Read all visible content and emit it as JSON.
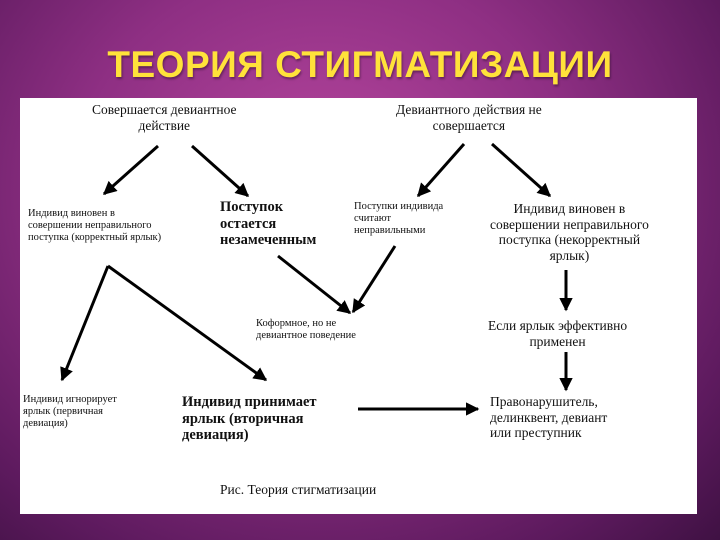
{
  "title": "ТЕОРИЯ СТИГМАТИЗАЦИИ",
  "nodes": {
    "deviant_done": [
      "Совершается девиантное",
      "действие"
    ],
    "deviant_not_done": [
      "Девиантного действия не",
      "совершается"
    ],
    "guilty_correct": [
      "Индивид виновен в",
      "совершении неправильного",
      "поступка (корректный ярлык)"
    ],
    "unnoticed": [
      "Поступок",
      "остается",
      "незамеченным"
    ],
    "considered_wrong": [
      "Поступки индивида",
      "считают",
      "неправильными"
    ],
    "guilty_incorrect": [
      "Индивид виновен в",
      "совершении неправильного",
      "поступка (некорректный",
      "ярлык)"
    ],
    "conformist": [
      "Коформное, но не",
      "девиантное поведение"
    ],
    "label_effective": [
      "Если ярлык эффективно",
      "применен"
    ],
    "ignores_label": [
      "Индивид игнорирует",
      "ярлык (первичная",
      "девиация)"
    ],
    "accepts_label": [
      "Индивид принимает",
      "ярлык (вторичная",
      "девиация)"
    ],
    "offender": [
      "Правонарушитель,",
      "делинквент, девиант",
      "или преступник"
    ]
  },
  "caption": "Рис. Теория стигматизации"
}
